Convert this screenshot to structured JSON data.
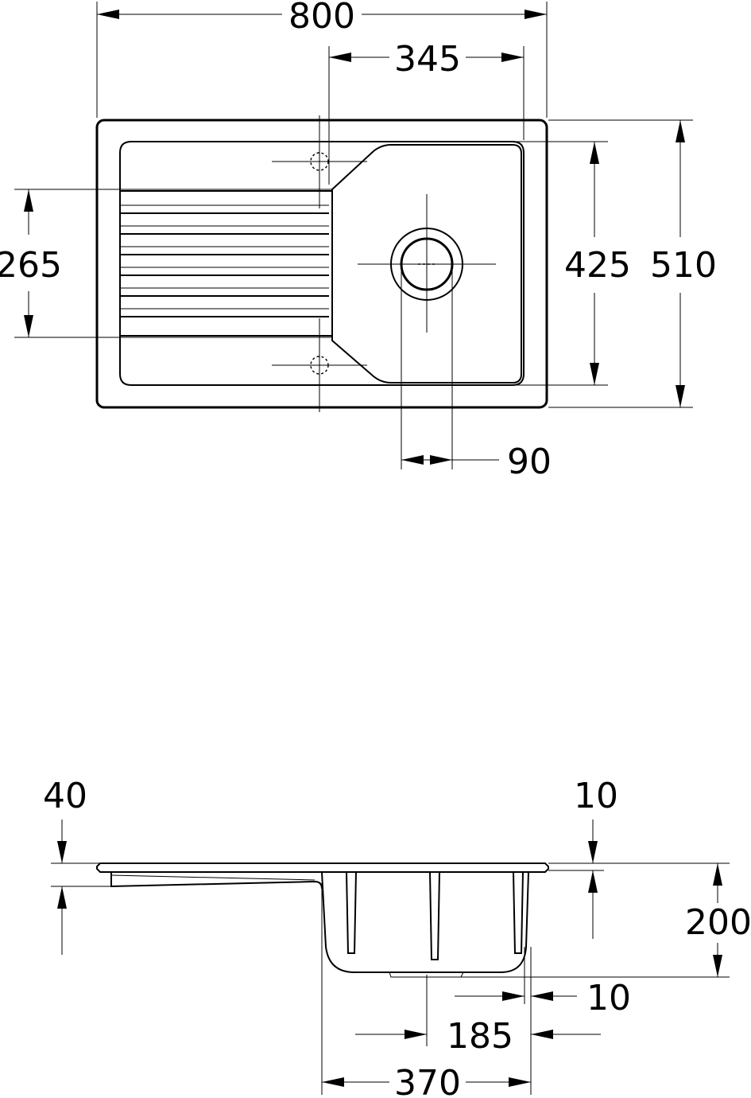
{
  "top_view": {
    "dims": {
      "overall_width": "800",
      "bowl_width": "345",
      "drainer_height": "265",
      "bowl_depth": "425",
      "overall_depth": "510",
      "waste_diameter": "90"
    }
  },
  "side_view": {
    "dims": {
      "rim_height": "40",
      "rim_thickness": "10",
      "bowl_depth": "200",
      "wall_offset": "10",
      "waste_offset": "185",
      "bowl_width": "370"
    }
  }
}
